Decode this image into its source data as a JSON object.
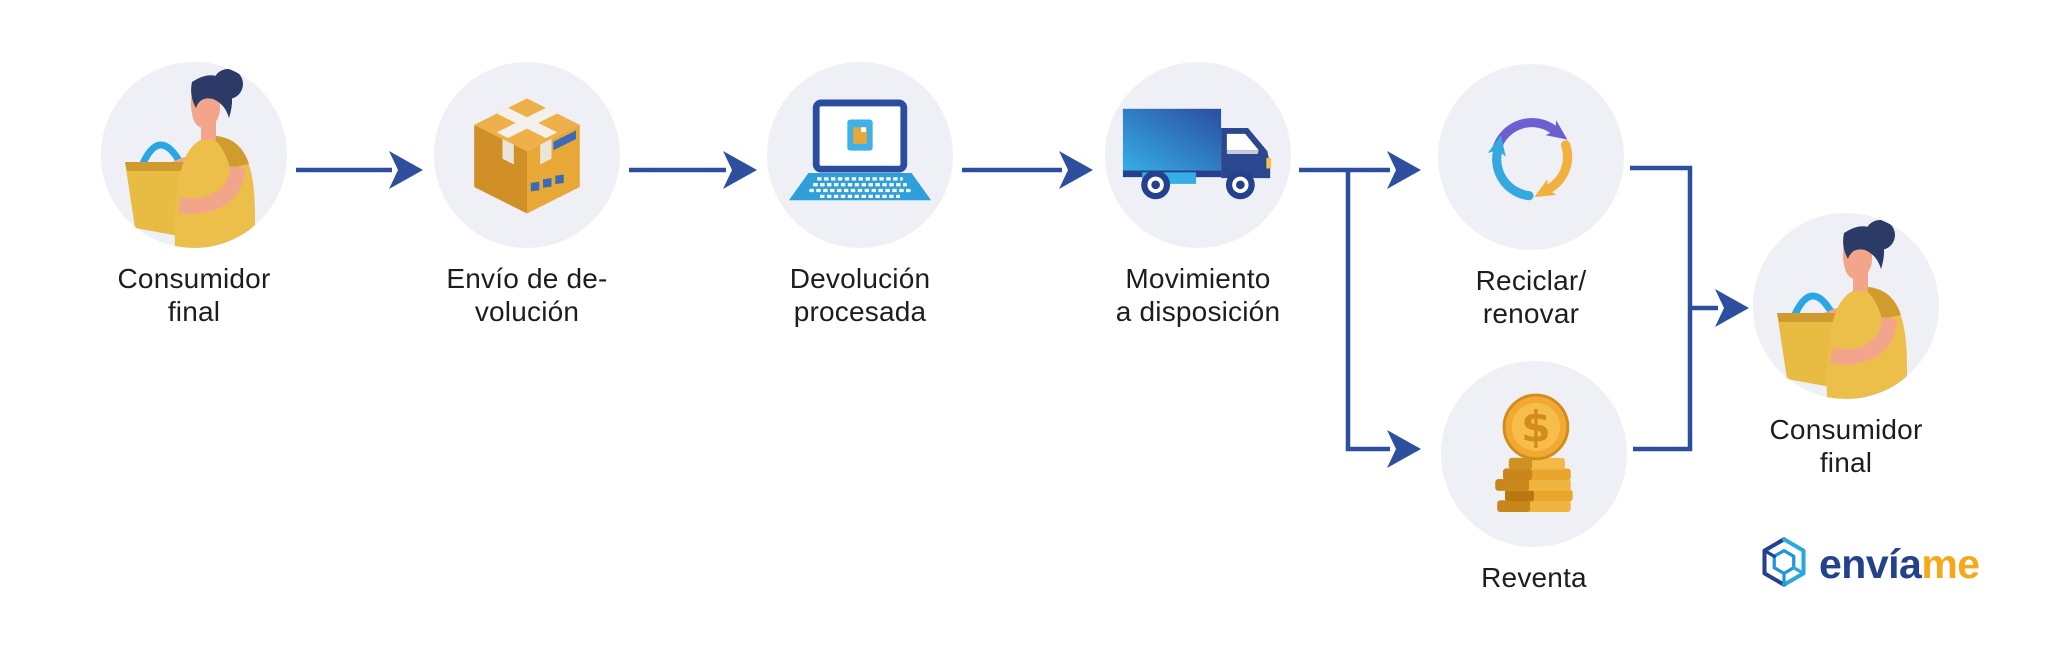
{
  "nodes": [
    {
      "id": "consumidor-final-inicio",
      "icon": "shopper-woman-icon",
      "label_line1": "Consumidor",
      "label_line2": "final"
    },
    {
      "id": "envio-de-devolucion",
      "icon": "package-box-icon",
      "label_line1": "Envío de de-",
      "label_line2": "volución"
    },
    {
      "id": "devolucion-procesada",
      "icon": "laptop-icon",
      "label_line1": "Devolución",
      "label_line2": "procesada"
    },
    {
      "id": "movimiento-a-disposicion",
      "icon": "delivery-truck-icon",
      "label_line1": "Movimiento",
      "label_line2": "a disposición"
    },
    {
      "id": "reciclar-renovar",
      "icon": "recycle-arrows-icon",
      "label_line1": "Reciclar/",
      "label_line2": "renovar"
    },
    {
      "id": "reventa",
      "icon": "coins-icon",
      "label_line1": "Reventa",
      "label_line2": ""
    },
    {
      "id": "consumidor-final-fin",
      "icon": "shopper-woman-icon",
      "label_line1": "Consumidor",
      "label_line2": "final"
    }
  ],
  "flow": [
    {
      "from": "consumidor-final-inicio",
      "to": "envio-de-devolucion"
    },
    {
      "from": "envio-de-devolucion",
      "to": "devolucion-procesada"
    },
    {
      "from": "devolucion-procesada",
      "to": "movimiento-a-disposicion"
    },
    {
      "from": "movimiento-a-disposicion",
      "to": "reciclar-renovar"
    },
    {
      "from": "movimiento-a-disposicion",
      "to": "reventa"
    },
    {
      "from": "reciclar-renovar",
      "to": "consumidor-final-fin"
    },
    {
      "from": "reventa",
      "to": "consumidor-final-fin"
    }
  ],
  "logo": {
    "text_primary": "envía",
    "text_secondary": "me"
  },
  "colors": {
    "background": "#ffffff",
    "arrow": "#2e4f9e",
    "node_circle_bg": "#efeff6",
    "label_text": "#1d1d1f",
    "logo_blue": "#24418e",
    "logo_light_blue": "#2ba7df",
    "logo_amber": "#f5a81c",
    "icon_amber": "#e8a838",
    "icon_sky_blue": "#35aee6",
    "icon_navy": "#24418e",
    "recycle_purple": "#6c5fd0"
  }
}
